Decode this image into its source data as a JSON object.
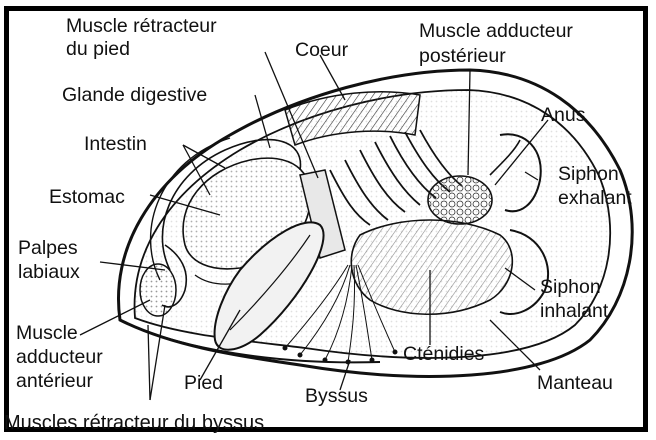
{
  "diagram": {
    "labels": {
      "retracteur_pied_1": "Muscle rétracteur",
      "retracteur_pied_2": "du pied",
      "coeur": "Coeur",
      "adducteur_post_1": "Muscle adducteur",
      "adducteur_post_2": "postérieur",
      "glande": "Glande digestive",
      "anus": "Anus",
      "intestin": "Intestin",
      "siphon_exh_1": "Siphon",
      "siphon_exh_2": "exhalant",
      "estomac": "Estomac",
      "palpes_1": "Palpes",
      "palpes_2": "labiaux",
      "siphon_inh_1": "Siphon",
      "siphon_inh_2": "inhalant",
      "adducteur_ant_1": "Muscle",
      "adducteur_ant_2": "adducteur",
      "adducteur_ant_3": "antérieur",
      "ctenidies": "Cténidies",
      "pied": "Pied",
      "manteau": "Manteau",
      "byssus": "Byssus",
      "retracteur_byssus": "Muscles rétracteur du byssus"
    },
    "colors": {
      "ink": "#111111",
      "shade": "#cfcfcf",
      "paper": "#ffffff"
    }
  }
}
